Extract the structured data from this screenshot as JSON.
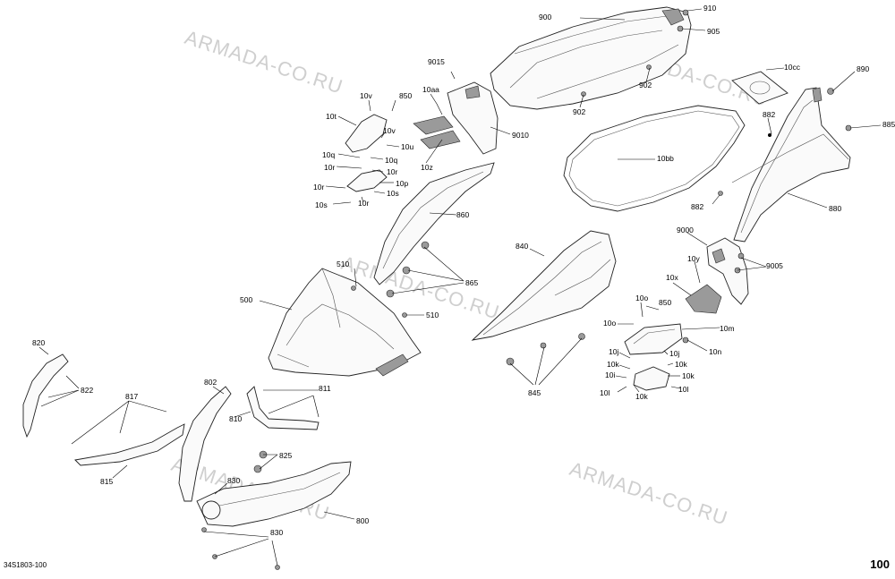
{
  "document_code": "34S1803-100",
  "page_number": "100",
  "watermark": "ARMADA-CO.RU",
  "labels": {
    "l900": "900",
    "l910": "910",
    "l905": "905",
    "l902a": "902",
    "l902b": "902",
    "l10cc": "10cc",
    "l890": "890",
    "l882a": "882",
    "l885": "885",
    "l882b": "882",
    "l880": "880",
    "l10bb": "10bb",
    "l9015": "9015",
    "l10aa": "10aa",
    "l9010": "9010",
    "l10z": "10z",
    "l10v1": "10v",
    "l850a": "850",
    "l10t": "10t",
    "l10v2": "10v",
    "l10u": "10u",
    "l10q1": "10q",
    "l10q2": "10q",
    "l10r1": "10r",
    "l10r2": "10r",
    "l10p": "10p",
    "l10r3": "10r",
    "l10s1": "10s",
    "l10s2": "10s",
    "l10r4": "10r",
    "l860": "860",
    "l865": "865",
    "l840": "840",
    "l9000": "9000",
    "l9005": "9005",
    "l10y": "10y",
    "l10x": "10x",
    "l10o1": "10o",
    "l850b": "850",
    "l10o2": "10o",
    "l10m": "10m",
    "l10n": "10n",
    "l10j1": "10j",
    "l10j2": "10j",
    "l10k1": "10k",
    "l10k2": "10k",
    "l10k3": "10k",
    "l10i": "10i",
    "l10l1": "10l",
    "l10l2": "10l",
    "l10k4": "10k",
    "l845": "845",
    "l510a": "510",
    "l500": "500",
    "l510b": "510",
    "l820": "820",
    "l822": "822",
    "l817": "817",
    "l802": "802",
    "l811": "811",
    "l810": "810",
    "l825": "825",
    "l815": "815",
    "l830a": "830",
    "l800": "800",
    "l830b": "830"
  }
}
